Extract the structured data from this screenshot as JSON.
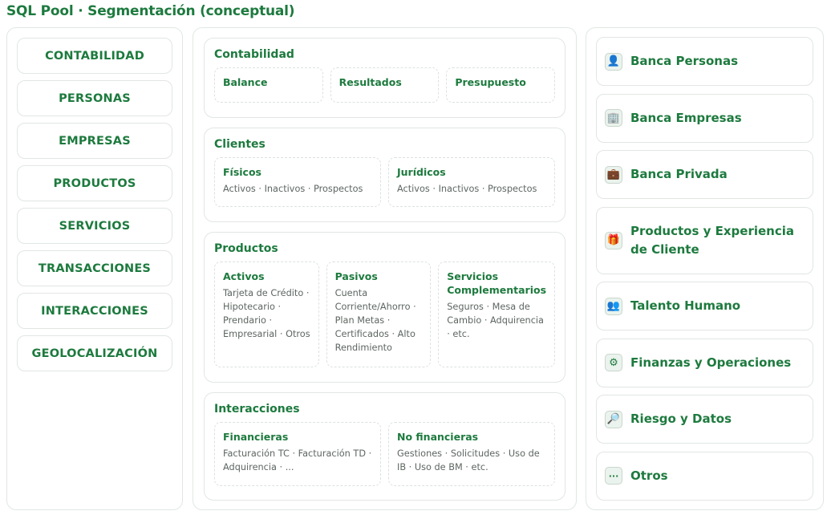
{
  "title": "SQL Pool · Segmentación (conceptual)",
  "categories": [
    "CONTABILIDAD",
    "PERSONAS",
    "EMPRESAS",
    "PRODUCTOS",
    "SERVICIOS",
    "TRANSACCIONES",
    "INTERACCIONES",
    "GEOLOCALIZACIÓN"
  ],
  "groups": {
    "contabilidad": {
      "title": "Contabilidad",
      "items": [
        {
          "title": "Balance"
        },
        {
          "title": "Resultados"
        },
        {
          "title": "Presupuesto"
        }
      ]
    },
    "clientes": {
      "title": "Clientes",
      "items": [
        {
          "title": "Físicos",
          "desc": "Activos · Inactivos · Prospectos"
        },
        {
          "title": "Jurídicos",
          "desc": "Activos · Inactivos · Prospectos"
        }
      ]
    },
    "productos": {
      "title": "Productos",
      "items": [
        {
          "title": "Activos",
          "desc": "Tarjeta de Crédito · Hipotecario · Prendario · Empresarial · Otros"
        },
        {
          "title": "Pasivos",
          "desc": "Cuenta Corriente/Ahorro · Plan Metas · Certificados · Alto Rendimiento"
        },
        {
          "title": "Servicios Complementarios",
          "desc": "Seguros · Mesa de Cambio · Adquirencia · etc."
        }
      ]
    },
    "interacciones": {
      "title": "Interacciones",
      "items": [
        {
          "title": "Financieras",
          "desc": "Facturación TC · Facturación TD · Adquirencia · ..."
        },
        {
          "title": "No financieras",
          "desc": "Gestiones · Solicitudes · Uso de IB · Uso de BM · etc."
        }
      ]
    }
  },
  "domains": [
    {
      "label": "Banca Personas",
      "icon": "person-icon",
      "glyph": "👤"
    },
    {
      "label": "Banca Empresas",
      "icon": "building-icon",
      "glyph": "🏢"
    },
    {
      "label": "Banca Privada",
      "icon": "briefcase-icon",
      "glyph": "💼"
    },
    {
      "label": "Productos y Experiencia de Cliente",
      "icon": "gift-icon",
      "glyph": "🎁"
    },
    {
      "label": "Talento Humano",
      "icon": "people-icon",
      "glyph": "👥"
    },
    {
      "label": "Finanzas y Operaciones",
      "icon": "gear-icon",
      "glyph": "⚙"
    },
    {
      "label": "Riesgo y Datos",
      "icon": "magnifier-icon",
      "glyph": "🔎"
    },
    {
      "label": "Otros",
      "icon": "ellipsis-icon",
      "glyph": "···"
    }
  ]
}
